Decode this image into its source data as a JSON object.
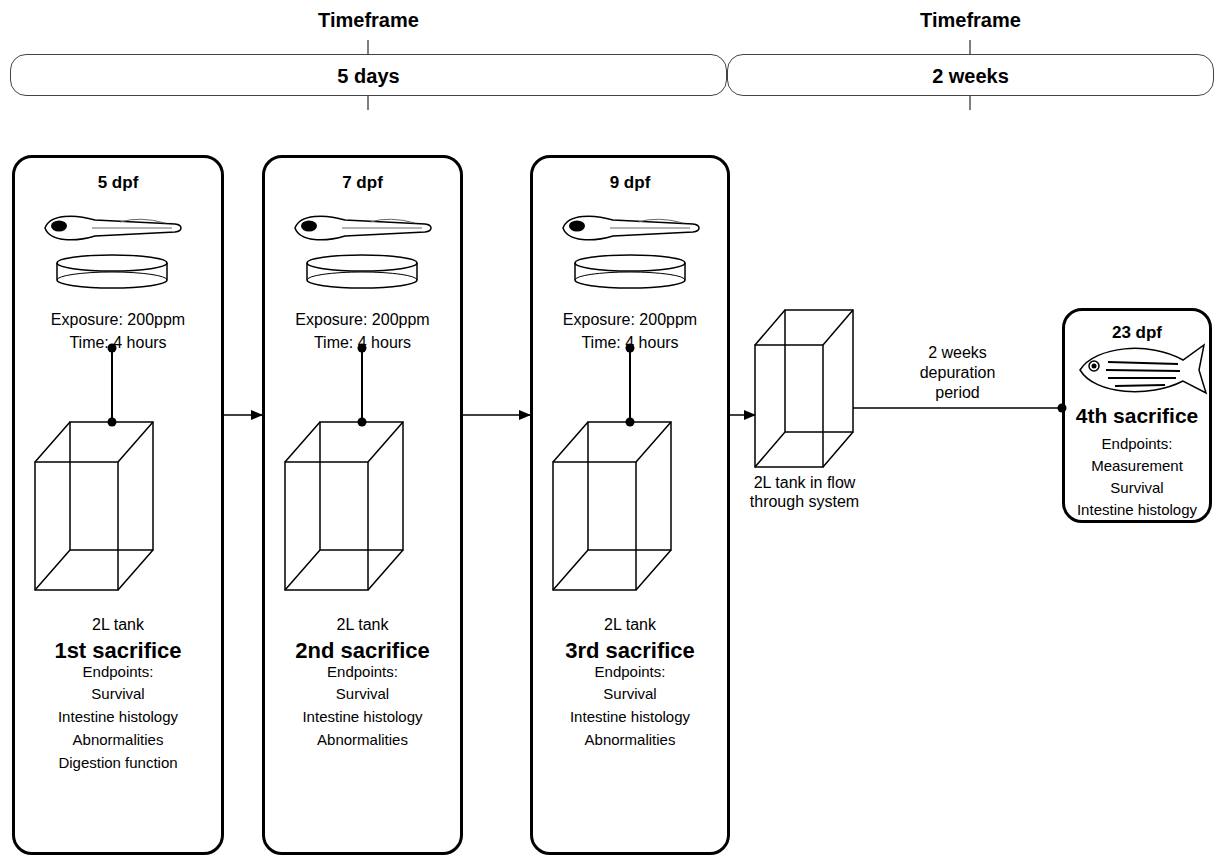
{
  "diagram": {
    "nodes": [
      {
        "text": [
          "Timeframe",
          "5 days"
        ]
      },
      {
        "text": [
          "Timeframe",
          "2 weeks"
        ]
      },
      {
        "text": [
          "5 dpf",
          "Exposure: 200ppm",
          "Time: 4 hours",
          "2L tank",
          "1st sacrifice",
          "Endpoints:",
          "Survival",
          "Intestine histology",
          "Abnormalities",
          "Digestion function"
        ]
      },
      {
        "text": [
          "7 dpf",
          "Exposure: 200ppm",
          "Time: 4 hours",
          "2L tank",
          "2nd sacrifice",
          "Endpoints:",
          "Survival",
          "Intestine histology",
          "Abnormalities"
        ]
      },
      {
        "text": [
          "9 dpf",
          "Exposure: 200ppm",
          "Time: 4 hours",
          "2L tank",
          "3rd sacrifice",
          "Endpoints:",
          "Survival",
          "Intestine histology",
          "Abnormalities"
        ]
      },
      {
        "text": [
          "2L tank in flow through system"
        ]
      },
      {
        "text": [
          "23 dpf",
          "4th sacrifice",
          "Endpoints:",
          "Measurement",
          "Survival",
          "Intestine histology"
        ]
      }
    ],
    "edges": [
      {
        "from": 2,
        "to": 3,
        "arrow": "to"
      },
      {
        "from": 3,
        "to": 4,
        "arrow": "to"
      },
      {
        "from": 4,
        "to": 5,
        "arrow": "to"
      },
      {
        "from": 5,
        "to": 6,
        "arrow": "none",
        "label": "2 weeks depuration period"
      }
    ]
  }
}
